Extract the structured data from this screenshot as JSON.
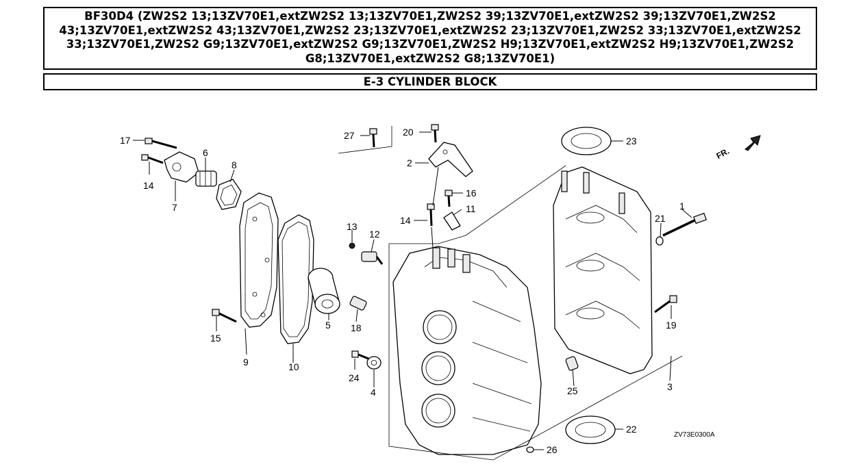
{
  "header": {
    "model_title": "BF30D4 (ZW2S2 13;13ZV70E1,extZW2S2 13;13ZV70E1,ZW2S2 39;13ZV70E1,extZW2S2 39;13ZV70E1,ZW2S2 43;13ZV70E1,extZW2S2 43;13ZV70E1,ZW2S2 23;13ZV70E1,extZW2S2 23;13ZV70E1,ZW2S2 33;13ZV70E1,extZW2S2 33;13ZV70E1,ZW2S2 G9;13ZV70E1,extZW2S2 G9;13ZV70E1,ZW2S2 H9;13ZV70E1,extZW2S2 H9;13ZV70E1,ZW2S2 G8;13ZV70E1,extZW2S2 G8;13ZV70E1)",
    "section_title": "E-3 CYLINDER BLOCK"
  },
  "diagram": {
    "direction_label": "FR.",
    "drawing_code": "ZV73E0300A",
    "callouts": {
      "c1": "1",
      "c2": "2",
      "c3": "3",
      "c4": "4",
      "c5": "5",
      "c6": "6",
      "c7": "7",
      "c8": "8",
      "c9": "9",
      "c10": "10",
      "c11": "11",
      "c12": "12",
      "c13": "13",
      "c14a": "14",
      "c14b": "14",
      "c15": "15",
      "c16": "16",
      "c17": "17",
      "c18": "18",
      "c19": "19",
      "c20": "20",
      "c21": "21",
      "c22": "22",
      "c23": "23",
      "c24": "24",
      "c25": "25",
      "c26": "26",
      "c27": "27"
    }
  }
}
